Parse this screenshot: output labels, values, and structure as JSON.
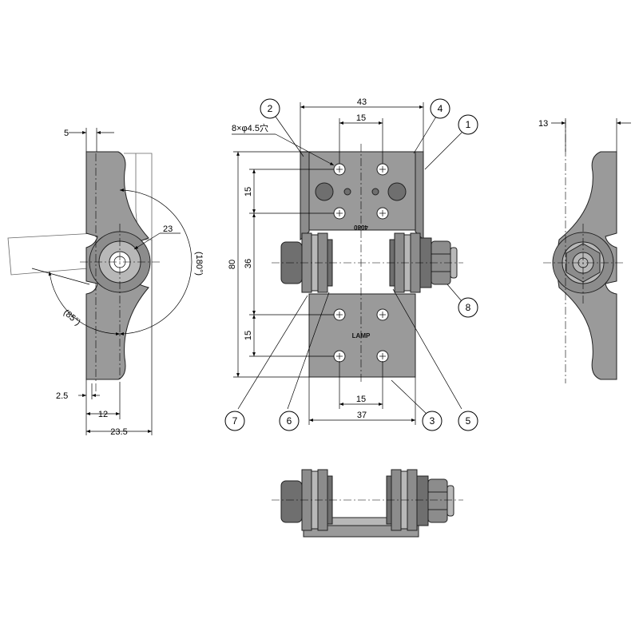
{
  "dimensions": {
    "left_top": "5",
    "left_radius": "23",
    "left_angle_open": "(180°)",
    "left_angle_tilt": "(85°)",
    "left_bottom_a": "2.5",
    "left_bottom_b": "12",
    "left_bottom_c": "23.5",
    "front_width_top": "43",
    "front_pitch_top": "15",
    "front_holes": "8×φ4.5穴",
    "front_height": "80",
    "front_pitch_v1": "15",
    "front_pitch_v2": "36",
    "front_pitch_v3": "15",
    "front_pitch_bottom": "15",
    "front_width_bottom": "37",
    "right_top": "13"
  },
  "callouts": [
    "1",
    "2",
    "3",
    "4",
    "5",
    "6",
    "7",
    "8"
  ],
  "plate_marks": {
    "upper": "4080",
    "lower": "LAMP"
  }
}
